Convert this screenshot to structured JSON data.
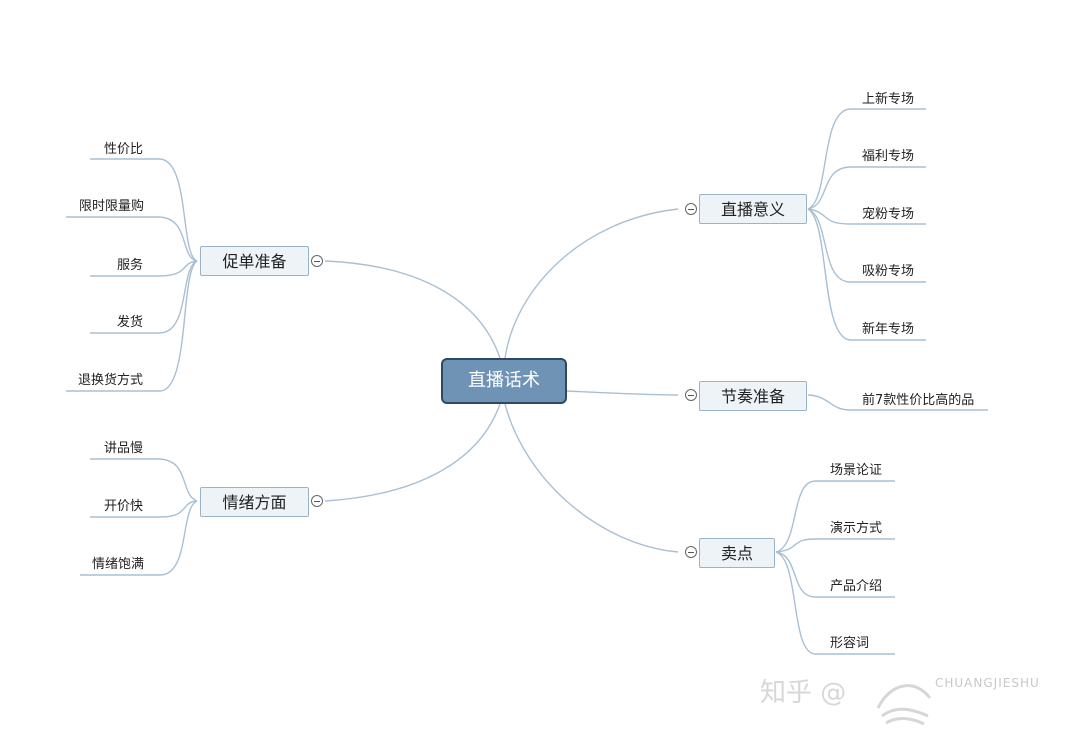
{
  "central": {
    "label": "直播话术"
  },
  "branches": {
    "b1": {
      "label": "直播意义",
      "leaves": [
        "上新专场",
        "福利专场",
        "宠粉专场",
        "吸粉专场",
        "新年专场"
      ]
    },
    "b2": {
      "label": "节奏准备",
      "leaves": [
        "前7款性价比高的品"
      ]
    },
    "b3": {
      "label": "卖点",
      "leaves": [
        "场景论证",
        "演示方式",
        "产品介绍",
        "形容词"
      ]
    },
    "b4": {
      "label": "促单准备",
      "leaves": [
        "性价比",
        "限时限量购",
        "服务",
        "发货",
        "退换货方式"
      ]
    },
    "b5": {
      "label": "情绪方面",
      "leaves": [
        "讲品慢",
        "开价快",
        "情绪饱满"
      ]
    }
  },
  "watermark": {
    "text": "知乎 @",
    "logo_text": "CHUANGJIESHU"
  },
  "colors": {
    "line": "#a9c0d4",
    "central_fill": "#6f93b4",
    "central_border": "#2e4a63",
    "branch_fill": "#eef3f8"
  }
}
